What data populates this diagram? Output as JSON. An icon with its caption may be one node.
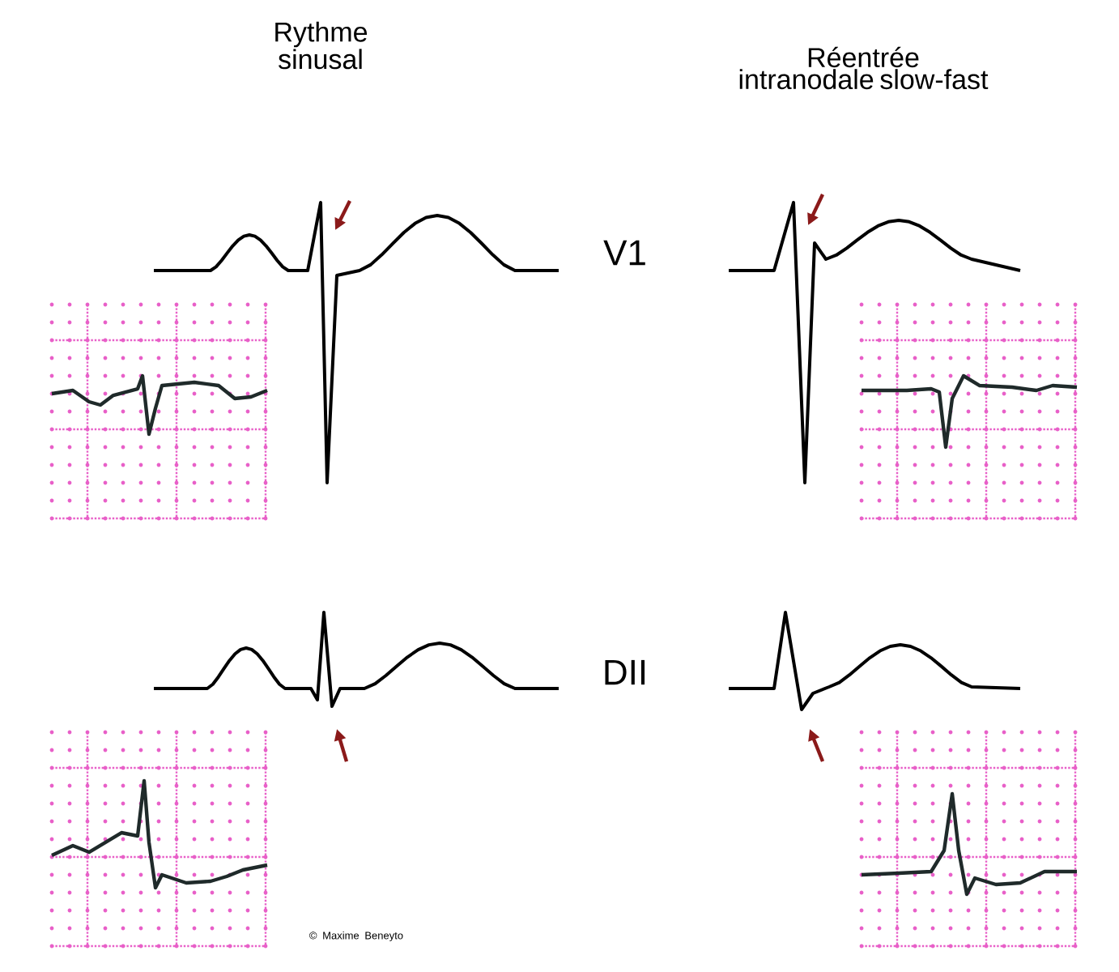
{
  "diagram": {
    "labels": [
      "Rythme sinusal",
      "Réentrée intranodale slow-fast",
      "V1",
      "DII",
      "© Maxime Beneyto"
    ]
  }
}
